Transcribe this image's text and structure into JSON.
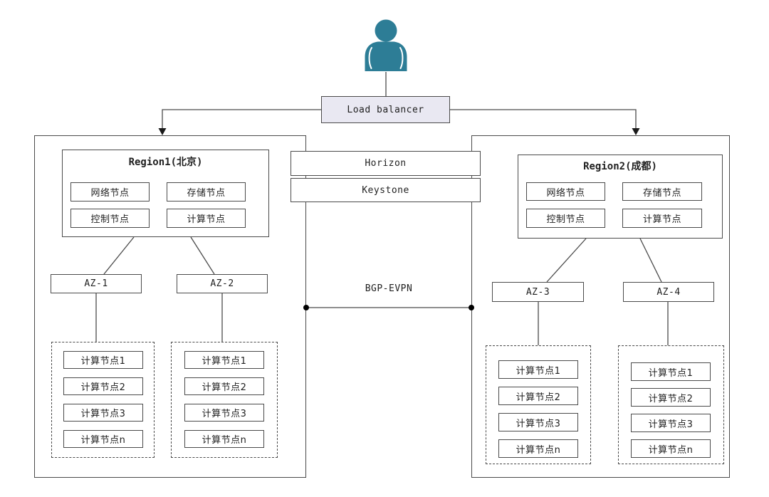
{
  "user": {
    "icon": "user-icon",
    "color": "#2d7d96"
  },
  "load_balancer": {
    "label": "Load balancer",
    "fill": "#e9e8f2"
  },
  "services": {
    "horizon": "Horizon",
    "keystone": "Keystone"
  },
  "network": {
    "bgp_label": "BGP-EVPN"
  },
  "colors": {
    "line": "#4a4a4a",
    "arrow": "#1a1a1a",
    "dot": "#000000"
  },
  "regions": [
    {
      "title": "Region1(北京)",
      "nodes": [
        "网络节点",
        "存储节点",
        "控制节点",
        "计算节点"
      ],
      "azs": [
        {
          "label": "AZ-1",
          "computes": [
            "计算节点1",
            "计算节点2",
            "计算节点3",
            "计算节点n"
          ]
        },
        {
          "label": "AZ-2",
          "computes": [
            "计算节点1",
            "计算节点2",
            "计算节点3",
            "计算节点n"
          ]
        }
      ]
    },
    {
      "title": "Region2(成都)",
      "nodes": [
        "网络节点",
        "存储节点",
        "控制节点",
        "计算节点"
      ],
      "azs": [
        {
          "label": "AZ-3",
          "computes": [
            "计算节点1",
            "计算节点2",
            "计算节点3",
            "计算节点n"
          ]
        },
        {
          "label": "AZ-4",
          "computes": [
            "计算节点1",
            "计算节点2",
            "计算节点3",
            "计算节点n"
          ]
        }
      ]
    }
  ]
}
